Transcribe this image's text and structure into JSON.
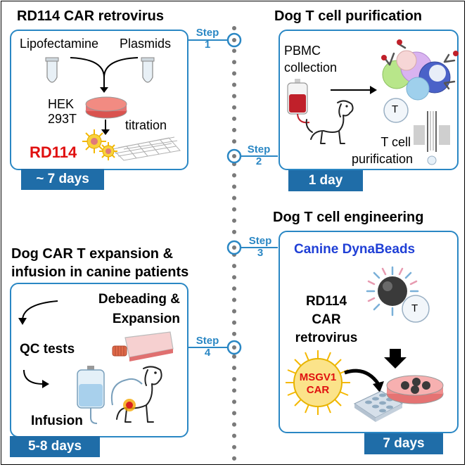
{
  "panel1": {
    "title": "RD114 CAR retrovirus",
    "lipofectamine": "Lipofectamine",
    "plasmids": "Plasmids",
    "hek": "HEK",
    "hek2": "293T",
    "titration": "titration",
    "rd114": "RD114",
    "duration": "~ 7 days"
  },
  "panel2": {
    "title": "Dog T cell purification",
    "pbmc": "PBMC",
    "collection": "collection",
    "tcell": "T cell",
    "purification": "purification",
    "t_symbol": "T",
    "duration": "1 day"
  },
  "panel3": {
    "title": "Dog T cell engineering",
    "beads": "Canine DynaBeads",
    "rd114": "RD114",
    "car": "CAR",
    "retrovirus": "retrovirus",
    "msgv1": "MSGV1",
    "msgv1_car": "CAR",
    "t_symbol": "T",
    "duration": "7 days"
  },
  "panel4": {
    "title1": "Dog CAR T expansion &",
    "title2": "infusion in canine patients",
    "debeading": "Debeading &",
    "expansion": "Expansion",
    "qc": "QC tests",
    "infusion": "Infusion",
    "duration": "5-8 days"
  },
  "steps": [
    {
      "word": "Step",
      "num": "1"
    },
    {
      "word": "Step",
      "num": "2"
    },
    {
      "word": "Step",
      "num": "3"
    },
    {
      "word": "Step",
      "num": "4"
    }
  ],
  "colors": {
    "accent_blue": "#2a87c4",
    "badge_blue": "#1f6da8",
    "red_label": "#e01010",
    "beads_title": "#1f3fd6",
    "timeline_gray": "#7a7a7a"
  }
}
